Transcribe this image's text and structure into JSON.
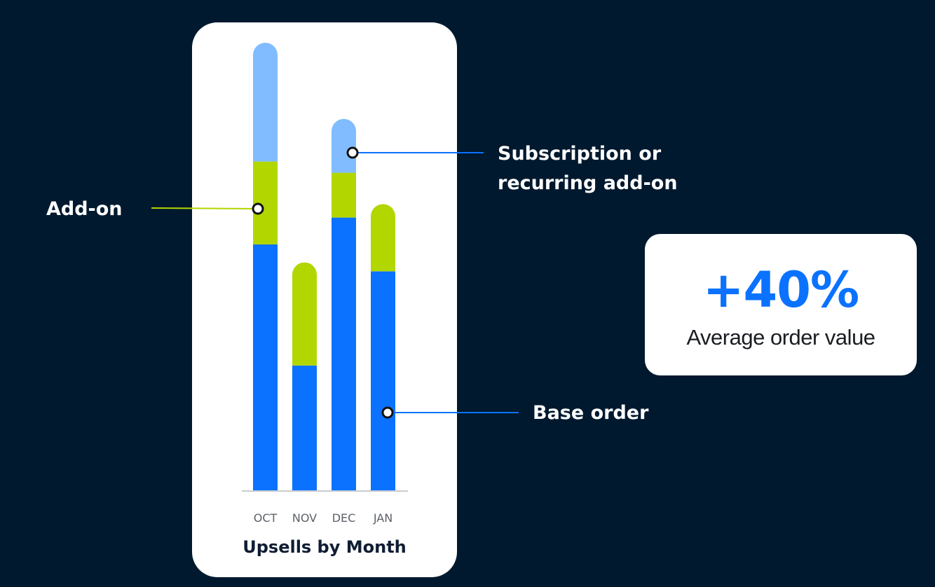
{
  "chart_data": {
    "type": "bar",
    "stacked": true,
    "title": "Upsells by Month",
    "categories": [
      "OCT",
      "NOV",
      "DEC",
      "JAN"
    ],
    "series": [
      {
        "name": "Base order",
        "values": [
          55,
          28,
          61,
          49
        ],
        "color": "#0b72ff"
      },
      {
        "name": "Add-on",
        "values": [
          18.5,
          23,
          10,
          15
        ],
        "color": "#b2d600"
      },
      {
        "name": "Subscription or recurring add-on",
        "values": [
          26.5,
          0,
          12,
          0
        ],
        "color": "#80bcff"
      }
    ],
    "ylim": [
      0,
      100
    ],
    "grid": false
  },
  "callouts": {
    "add_on": "Add-on",
    "subscription_line1": "Subscription or",
    "subscription_line2": "recurring add-on",
    "base_order": "Base order"
  },
  "stat": {
    "value": "+40%",
    "label": "Average order value"
  },
  "colors": {
    "background": "#00192e",
    "card": "#ffffff",
    "base": "#0b72ff",
    "addon": "#b2d600",
    "subscription": "#80bcff",
    "title": "#0f1d33"
  }
}
